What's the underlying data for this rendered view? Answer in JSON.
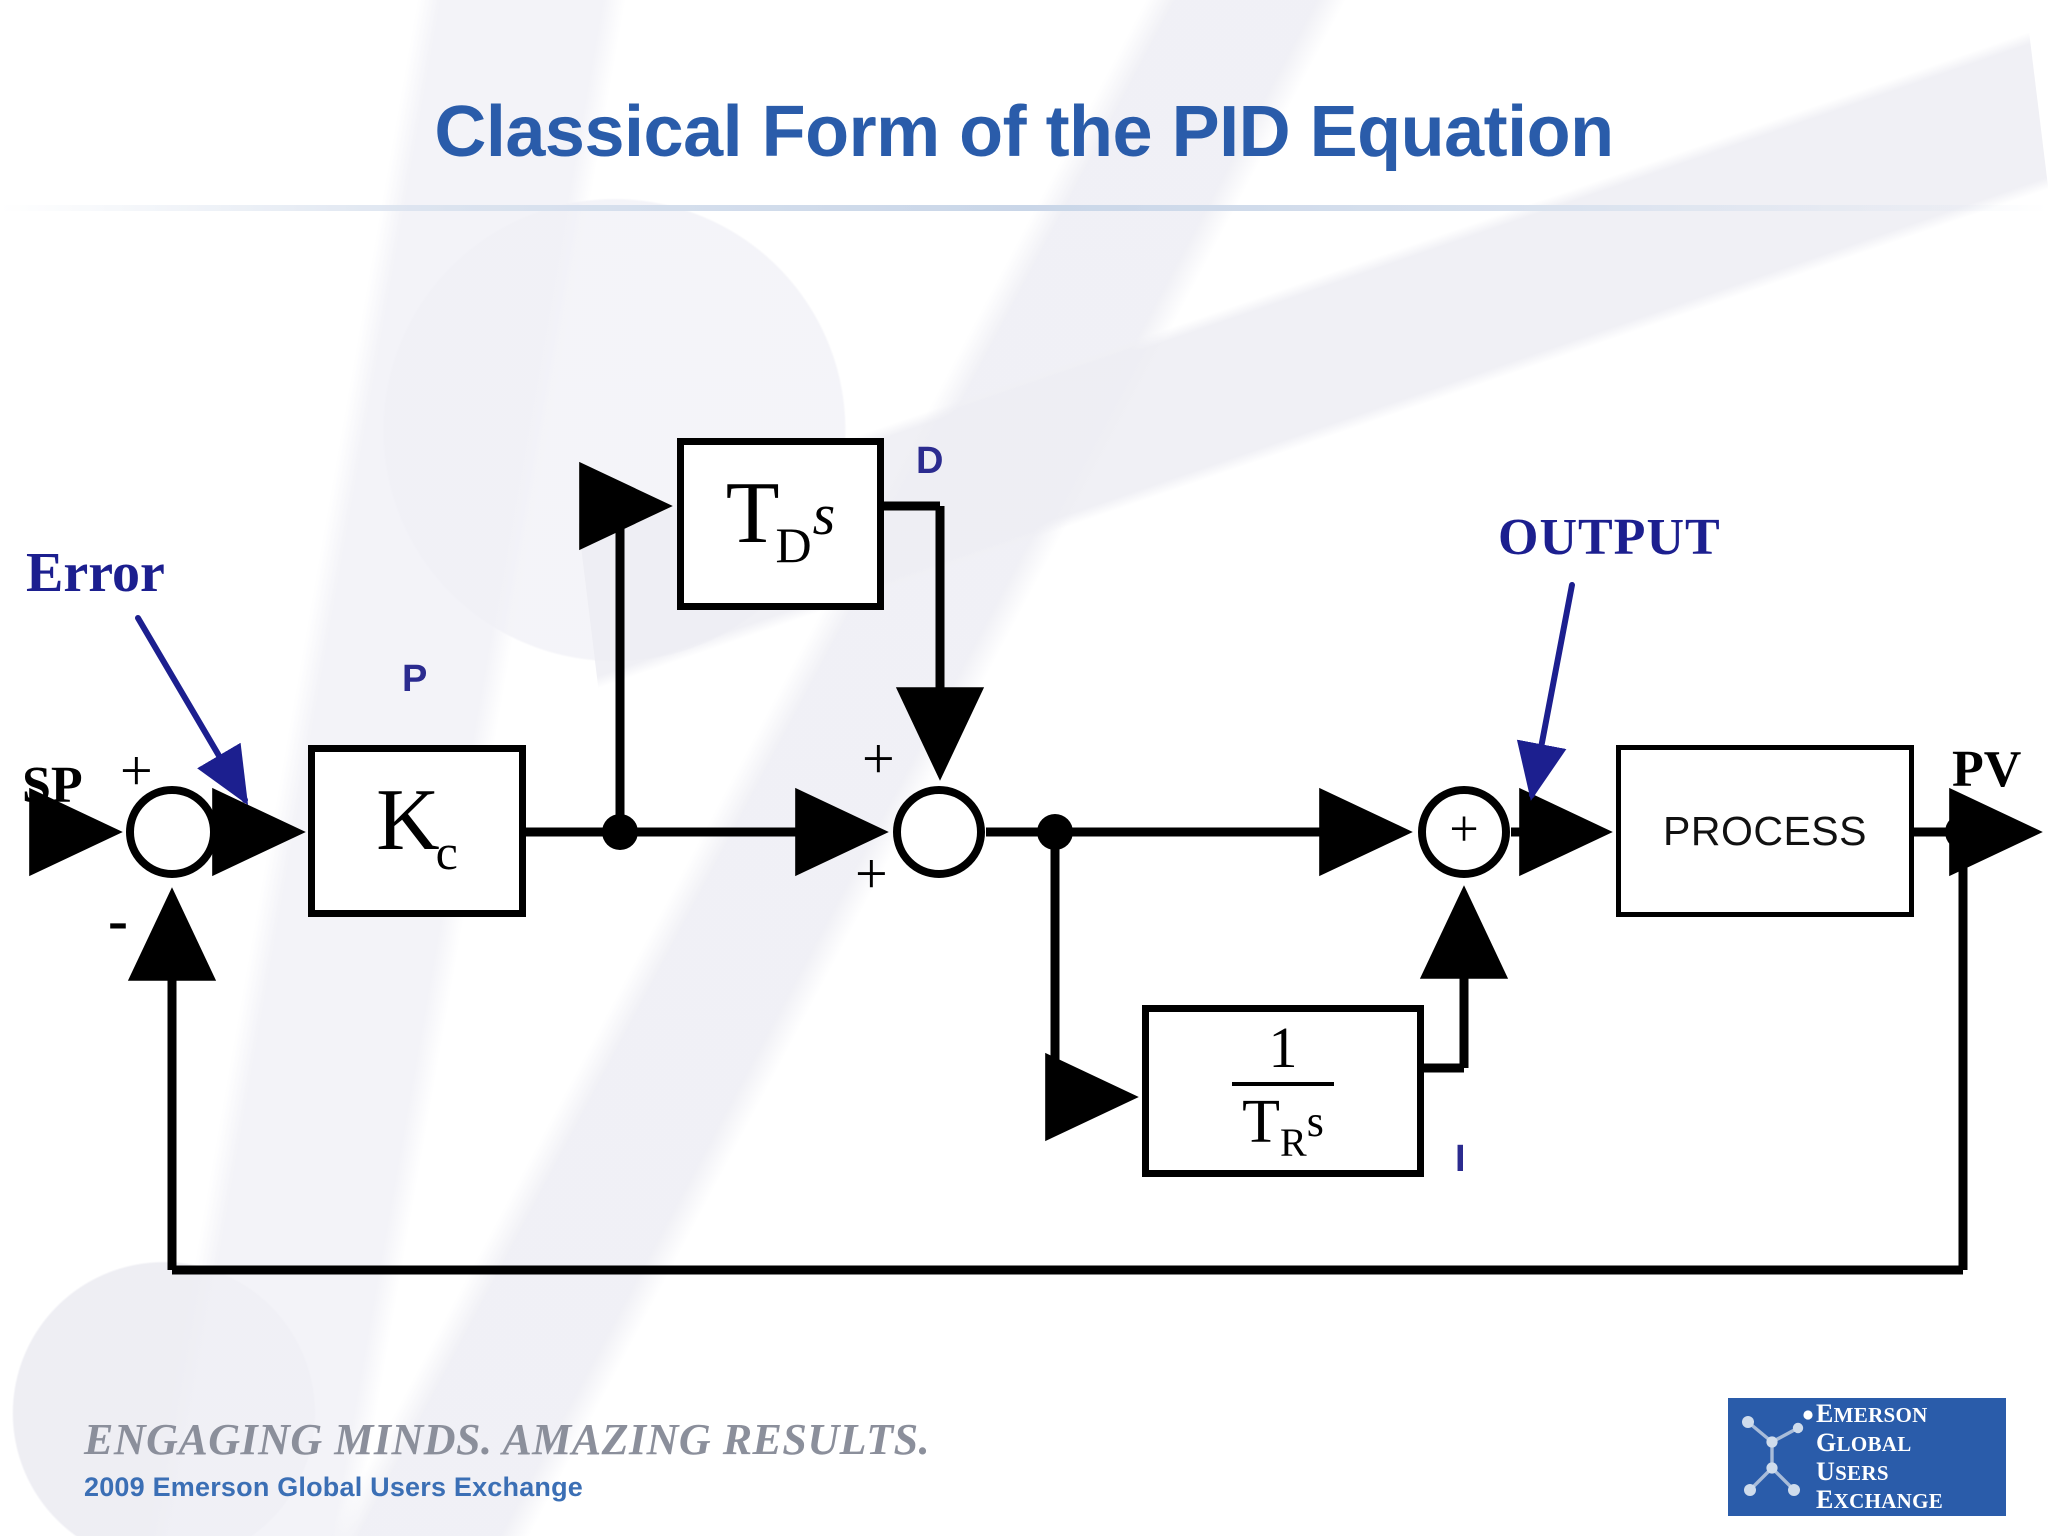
{
  "slide": {
    "title": "Classical Form of the PID Equation",
    "accent_color": "#2a5caa",
    "annotation_color": "#1c1f8f",
    "background_color": "#ffffff"
  },
  "diagram": {
    "type": "control-block-diagram",
    "inputs": {
      "setpoint_label": "SP",
      "feedback_label": "PV"
    },
    "summing_junctions": [
      {
        "name": "error-junction",
        "signs": [
          "+",
          "-"
        ],
        "symbol": ""
      },
      {
        "name": "pd-junction",
        "signs": [
          "+",
          "+"
        ],
        "symbol": ""
      },
      {
        "name": "output-junction",
        "signs": [],
        "symbol": "+"
      }
    ],
    "blocks": [
      {
        "name": "proportional",
        "gain": "K",
        "subscript": "c",
        "tag": "P"
      },
      {
        "name": "derivative",
        "gain": "T",
        "subscript": "D",
        "operator": "s",
        "tag": "D"
      },
      {
        "name": "integral",
        "numerator": "1",
        "gain": "T",
        "subscript": "R",
        "operator": "s",
        "tag": "I"
      },
      {
        "name": "process",
        "label": "PROCESS"
      }
    ],
    "annotations": [
      {
        "name": "error",
        "text": "Error"
      },
      {
        "name": "output",
        "text": "OUTPUT"
      },
      {
        "name": "p-tag",
        "text": "P"
      },
      {
        "name": "d-tag",
        "text": "D"
      },
      {
        "name": "i-tag",
        "text": "I"
      }
    ],
    "signs": {
      "sp_plus": "+",
      "sp_minus": "-",
      "pd_top_plus": "+",
      "pd_bottom_plus": "+",
      "output_plus": "+"
    }
  },
  "footer": {
    "tagline": "ENGAGING MINDS. AMAZING RESULTS.",
    "subtitle": "2009 Emerson Global Users Exchange",
    "logo": {
      "line1": "Emerson",
      "line2": "Global",
      "line3": "Users",
      "line4": "Exchange",
      "background_color": "#2a5caa"
    }
  }
}
